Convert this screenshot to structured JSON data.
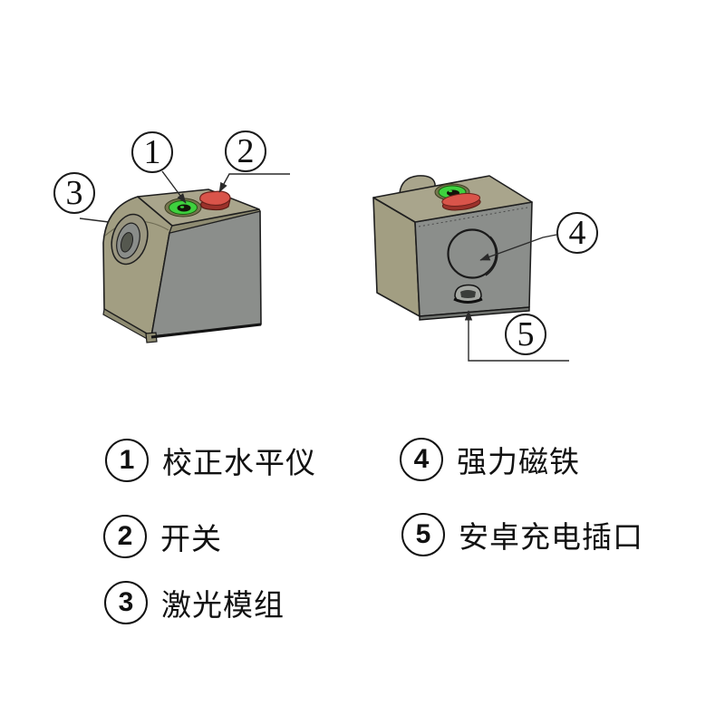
{
  "diagram": {
    "colors": {
      "background": "#ffffff",
      "body_top": "#a9a58c",
      "body_front": "#a29e82",
      "body_side_gray": "#8b8e8b",
      "bevel": "#8f8c72",
      "lip_gray": "#70736f",
      "level_green": "#3ed13e",
      "level_center": "#121409",
      "button_red": "#d9544a",
      "button_red_dark": "#9c322b",
      "outline": "#1f1f1f",
      "leader": "#2a2a2a"
    },
    "callouts": [
      {
        "number": "1",
        "target": "bubble-level"
      },
      {
        "number": "2",
        "target": "power-switch"
      },
      {
        "number": "3",
        "target": "laser-module"
      },
      {
        "number": "4",
        "target": "magnet"
      },
      {
        "number": "5",
        "target": "charging-port"
      }
    ]
  },
  "legend": {
    "items": [
      {
        "number": "1",
        "label": "校正水平仪"
      },
      {
        "number": "2",
        "label": "开关"
      },
      {
        "number": "3",
        "label": "激光模组"
      },
      {
        "number": "4",
        "label": "强力磁铁"
      },
      {
        "number": "5",
        "label": "安卓充电插口"
      }
    ]
  }
}
